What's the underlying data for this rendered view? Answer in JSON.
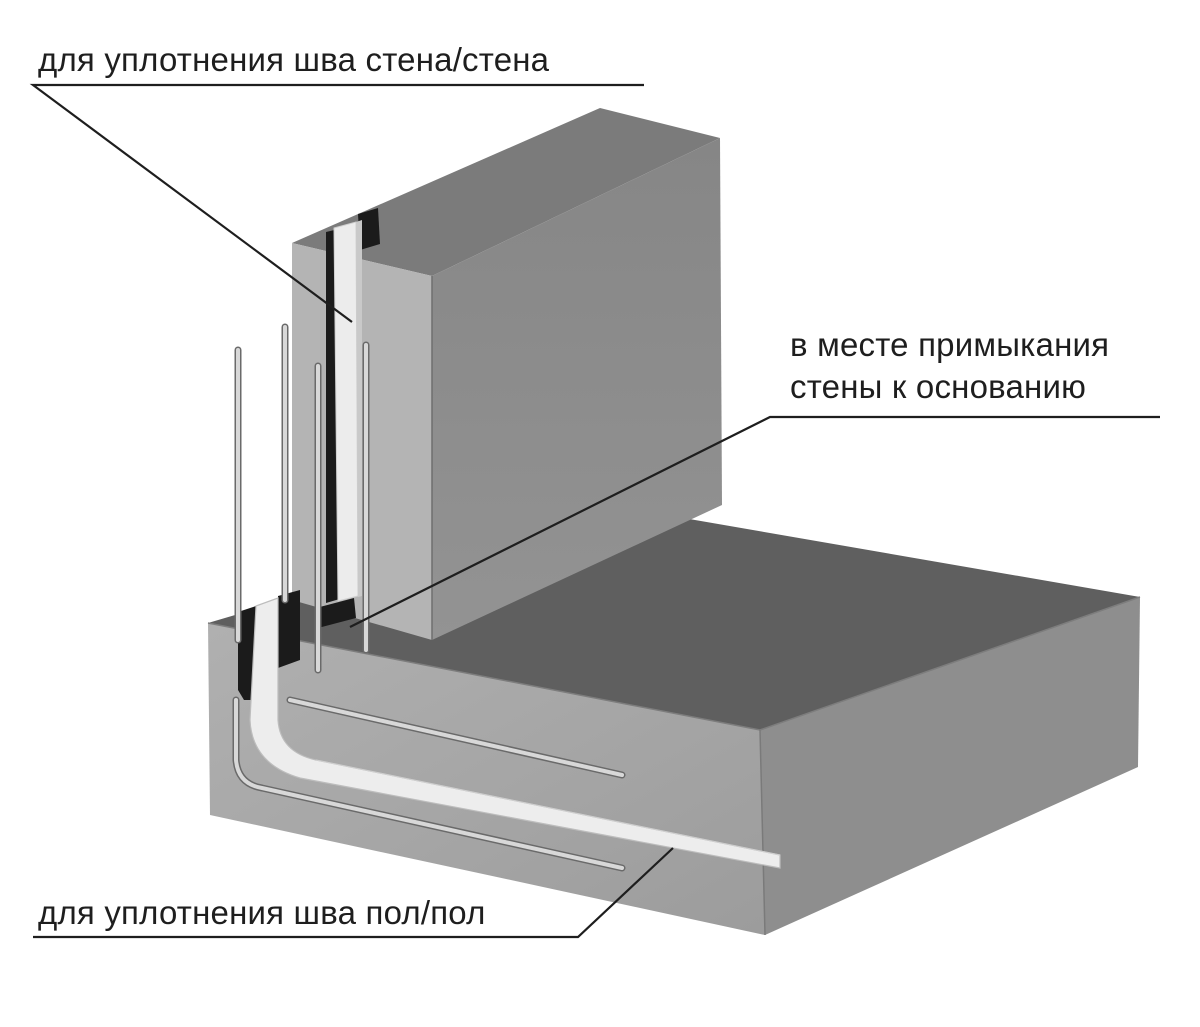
{
  "callouts": {
    "wall_joint": "для уплотнения шва стена/стена",
    "base_junction_line1": "в месте примыкания",
    "base_junction_line2": "стены к основанию",
    "floor_joint": "для уплотнения шва пол/пол"
  },
  "colors": {
    "slab_top": "#5c5c5c",
    "slab_front": "#a6a6a6",
    "slab_right": "#8d8d8d",
    "wall_front": "#8f8f8f",
    "wall_side": "#b3b3b3",
    "wall_top": "#7a7a7a",
    "gasket": "#1a1a1a",
    "tape": "#ececec",
    "rebar": "#d6d6d6",
    "leader": "#1e1e1e"
  }
}
